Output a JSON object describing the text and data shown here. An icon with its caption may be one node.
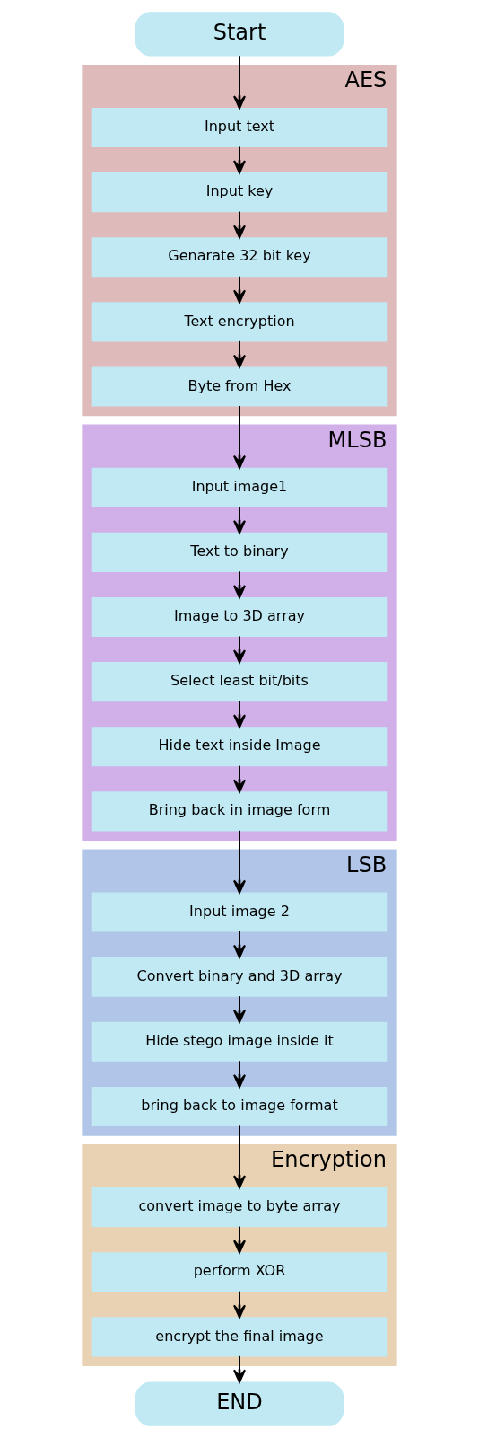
{
  "diagram": {
    "nodes": [
      {
        "text": [
          "Start"
        ]
      },
      {
        "text": [
          "AES"
        ]
      },
      {
        "text": [
          "Input text"
        ],
        "in": 1
      },
      {
        "text": [
          "Input key"
        ],
        "in": 1
      },
      {
        "text": [
          "Genarate 32 bit key"
        ],
        "in": 1
      },
      {
        "text": [
          "Text encryption"
        ],
        "in": 1
      },
      {
        "text": [
          "Byte from Hex"
        ],
        "in": 1
      },
      {
        "text": [
          "MLSB"
        ]
      },
      {
        "text": [
          "Input image1"
        ],
        "in": 7
      },
      {
        "text": [
          "Text to binary"
        ],
        "in": 7
      },
      {
        "text": [
          "Image to 3D array"
        ],
        "in": 7
      },
      {
        "text": [
          "Select least bit/bits"
        ],
        "in": 7
      },
      {
        "text": [
          "Hide text inside Image"
        ],
        "in": 7
      },
      {
        "text": [
          "Bring back in image form"
        ],
        "in": 7
      },
      {
        "text": [
          "LSB"
        ]
      },
      {
        "text": [
          "Input image 2"
        ],
        "in": 14
      },
      {
        "text": [
          "Convert binary and 3D array"
        ],
        "in": 14
      },
      {
        "text": [
          "Hide stego image inside it"
        ],
        "in": 14
      },
      {
        "text": [
          "bring back to image format"
        ],
        "in": 14
      },
      {
        "text": [
          "Encryption"
        ]
      },
      {
        "text": [
          "convert image to byte array"
        ],
        "in": 19
      },
      {
        "text": [
          "perform XOR"
        ],
        "in": 19
      },
      {
        "text": [
          "encrypt the final image"
        ],
        "in": 19
      },
      {
        "text": [
          "END"
        ]
      }
    ],
    "edges": [
      {
        "from": 0,
        "to": 2,
        "arrow": "to"
      },
      {
        "from": 2,
        "to": 3,
        "arrow": "to"
      },
      {
        "from": 3,
        "to": 4,
        "arrow": "to"
      },
      {
        "from": 4,
        "to": 5,
        "arrow": "to"
      },
      {
        "from": 5,
        "to": 6,
        "arrow": "to"
      },
      {
        "from": 6,
        "to": 8,
        "arrow": "to"
      },
      {
        "from": 8,
        "to": 9,
        "arrow": "to"
      },
      {
        "from": 9,
        "to": 10,
        "arrow": "to"
      },
      {
        "from": 10,
        "to": 11,
        "arrow": "to"
      },
      {
        "from": 11,
        "to": 12,
        "arrow": "to"
      },
      {
        "from": 12,
        "to": 13,
        "arrow": "to"
      },
      {
        "from": 13,
        "to": 15,
        "arrow": "to"
      },
      {
        "from": 15,
        "to": 16,
        "arrow": "to"
      },
      {
        "from": 16,
        "to": 17,
        "arrow": "to"
      },
      {
        "from": 17,
        "to": 18,
        "arrow": "to"
      },
      {
        "from": 18,
        "to": 20,
        "arrow": "to"
      },
      {
        "from": 20,
        "to": 21,
        "arrow": "to"
      },
      {
        "from": 21,
        "to": 22,
        "arrow": "to"
      },
      {
        "from": 22,
        "to": 23,
        "arrow": "to"
      }
    ]
  }
}
